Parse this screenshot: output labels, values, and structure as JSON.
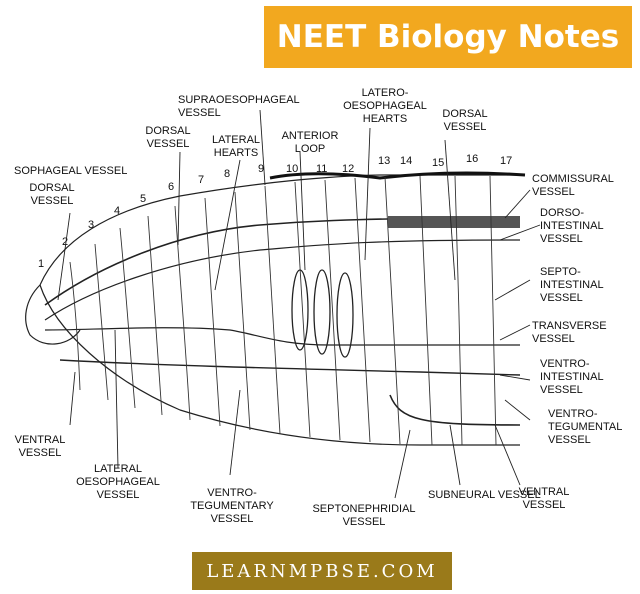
{
  "header": {
    "title": "NEET Biology Notes"
  },
  "footer": {
    "site": "LEARNMPBSE.COM"
  },
  "segments": [
    "1",
    "2",
    "3",
    "4",
    "5",
    "6",
    "7",
    "8",
    "9",
    "10",
    "11",
    "12",
    "13",
    "14",
    "15",
    "16",
    "17"
  ],
  "labels": {
    "supraoesophageal": [
      "SUPRAOESOPHAGEAL",
      "VESSEL"
    ],
    "laterooesophageal": [
      "LATERO-",
      "OESOPHAGEAL",
      "HEARTS"
    ],
    "dorsal_top": [
      "DORSAL",
      "VESSEL"
    ],
    "dorsal_mid": [
      "DORSAL",
      "VESSEL"
    ],
    "lateral_hearts": [
      "LATERAL",
      "HEARTS"
    ],
    "anterior_loop": [
      "ANTERIOR",
      "LOOP"
    ],
    "sophageal": [
      "SOPHAGEAL VESSEL"
    ],
    "dorsal_left": [
      "DORSAL",
      "VESSEL"
    ],
    "commissural": [
      "COMMISSURAL",
      "VESSEL"
    ],
    "dorsointestinal": [
      "DORSO-",
      "INTESTINAL",
      "VESSEL"
    ],
    "septointestinal": [
      "SEPTO-",
      "INTESTINAL",
      "VESSEL"
    ],
    "transverse": [
      "TRANSVERSE",
      "VESSEL"
    ],
    "ventrointestinal": [
      "VENTRO-",
      "INTESTINAL",
      "VESSEL"
    ],
    "ventrotegumental": [
      "VENTRO-",
      "TEGUMENTAL",
      "VESSEL"
    ],
    "ventral_left": [
      "VENTRAL",
      "VESSEL"
    ],
    "lateral_oesophageal": [
      "LATERAL",
      "OESOPHAGEAL",
      "VESSEL"
    ],
    "ventrotegumentary": [
      "VENTRO-",
      "TEGUMENTARY",
      "VESSEL"
    ],
    "septonephridial": [
      "SEPTONEPHRIDIAL",
      "VESSEL"
    ],
    "subneural": [
      "SUBNEURAL VESSEL"
    ],
    "ventral_right": [
      "VENTRAL",
      "VESSEL"
    ]
  }
}
